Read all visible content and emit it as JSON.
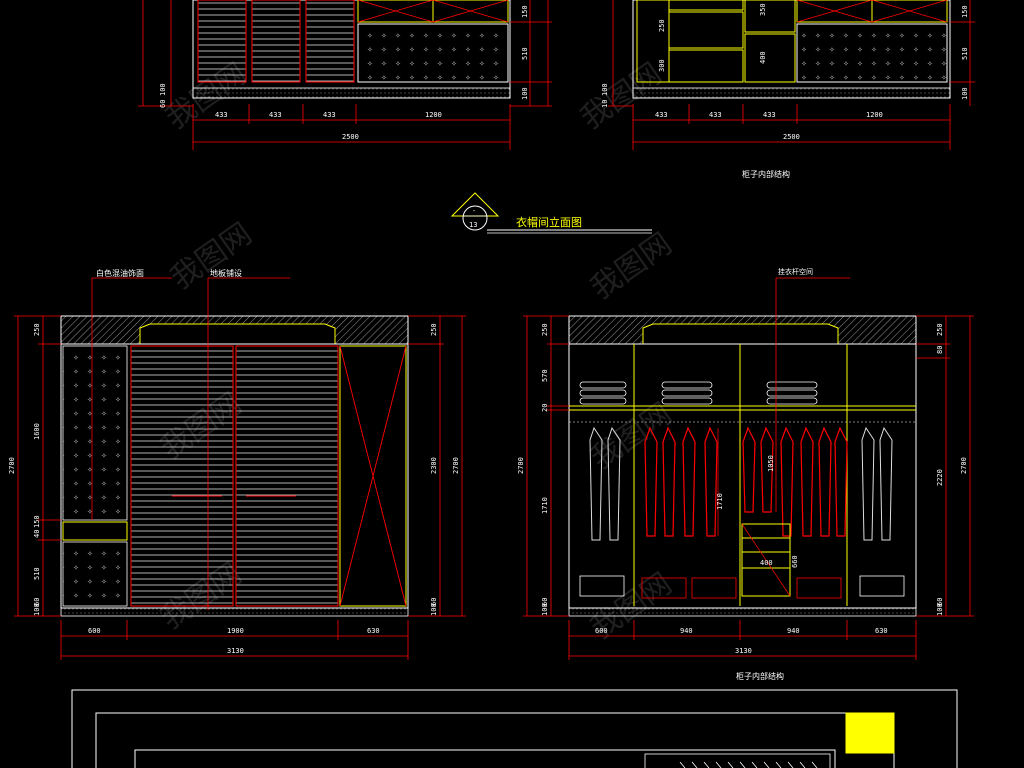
{
  "colors": {
    "background": "#000000",
    "dimension": "#ff0000",
    "outline": "#ffffff",
    "cabinet": "#ffff00",
    "garment": "#ff0000",
    "fill_yellow": "#ffff00"
  },
  "top_left": {
    "dims_bottom": [
      "433",
      "433",
      "433",
      "1200"
    ],
    "total": "2500",
    "dims_left": [
      "60",
      "100"
    ],
    "dims_right": [
      "150",
      "510",
      "100"
    ]
  },
  "top_right": {
    "dims_bottom": [
      "433",
      "433",
      "433",
      "1200"
    ],
    "total": "2500",
    "dims_left": [
      "10",
      "100"
    ],
    "dims_inner": [
      "250",
      "300",
      "350",
      "400"
    ],
    "dims_right": [
      "150",
      "510",
      "100"
    ],
    "caption": "柜子内部结构"
  },
  "section_marker": {
    "top": "-",
    "bottom": "13",
    "title": "衣帽间立面图"
  },
  "left_elevation": {
    "notes": [
      "白色混油饰面",
      "地板铺设"
    ],
    "dims_left": [
      "250",
      "1600",
      "150",
      "40",
      "510",
      "60",
      "100",
      "2700"
    ],
    "dims_right": [
      "250",
      "2700",
      "2300",
      "60",
      "100"
    ],
    "dims_bottom": [
      "600",
      "1900",
      "630"
    ],
    "total": "3130"
  },
  "right_elevation": {
    "note": "挂衣杆空间",
    "dims_left": [
      "250",
      "570",
      "20",
      "1710",
      "2700",
      "60",
      "100"
    ],
    "dims_right": [
      "250",
      "80",
      "2220",
      "2700",
      "60",
      "100"
    ],
    "dims_bottom": [
      "600",
      "940",
      "940",
      "630"
    ],
    "inner_dims": [
      "1050",
      "1710",
      "400",
      "660"
    ],
    "total": "3130",
    "caption": "柜子内部结构"
  },
  "watermark": "我图网"
}
